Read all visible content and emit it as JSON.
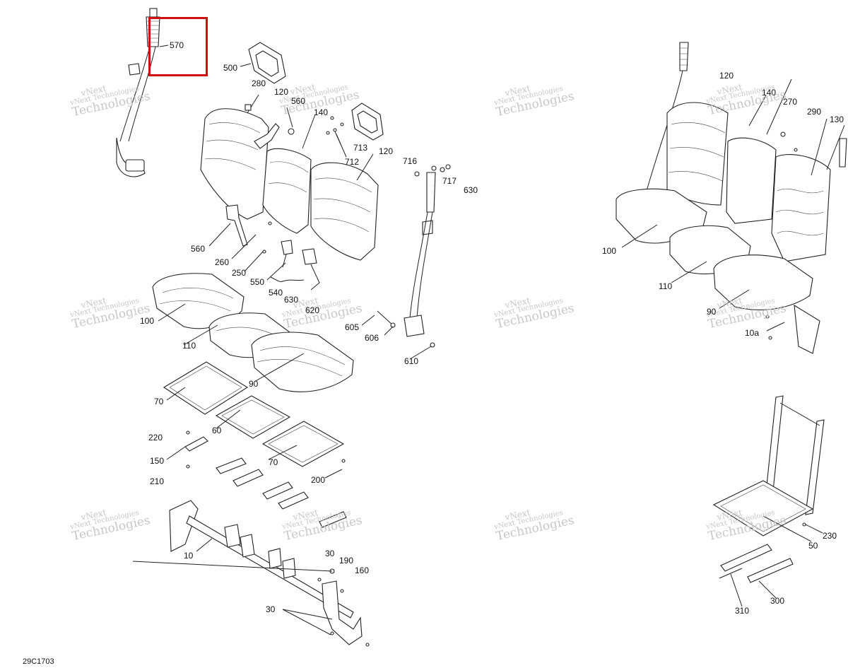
{
  "diagram": {
    "code": "29C1703",
    "watermark": {
      "line1": "vNext",
      "line2": "vNext Technologies",
      "line3": "Technologies"
    },
    "callouts": {
      "570": "570",
      "500": "500",
      "280": "280",
      "120": "120",
      "560": "560",
      "140": "140",
      "713": "713",
      "712": "712",
      "716": "716",
      "717": "717",
      "630": "630",
      "260": "260",
      "250": "250",
      "550": "550",
      "540": "540",
      "620": "620",
      "100": "100",
      "110": "110",
      "90": "90",
      "605": "605",
      "606": "606",
      "610": "610",
      "70": "70",
      "60": "60",
      "220": "220",
      "150": "150",
      "210": "210",
      "200": "200",
      "10": "10",
      "30": "30",
      "190": "190",
      "160": "160",
      "270": "270",
      "290": "290",
      "130": "130",
      "10a": "10a",
      "230": "230",
      "50": "50",
      "310": "310",
      "300": "300"
    }
  }
}
